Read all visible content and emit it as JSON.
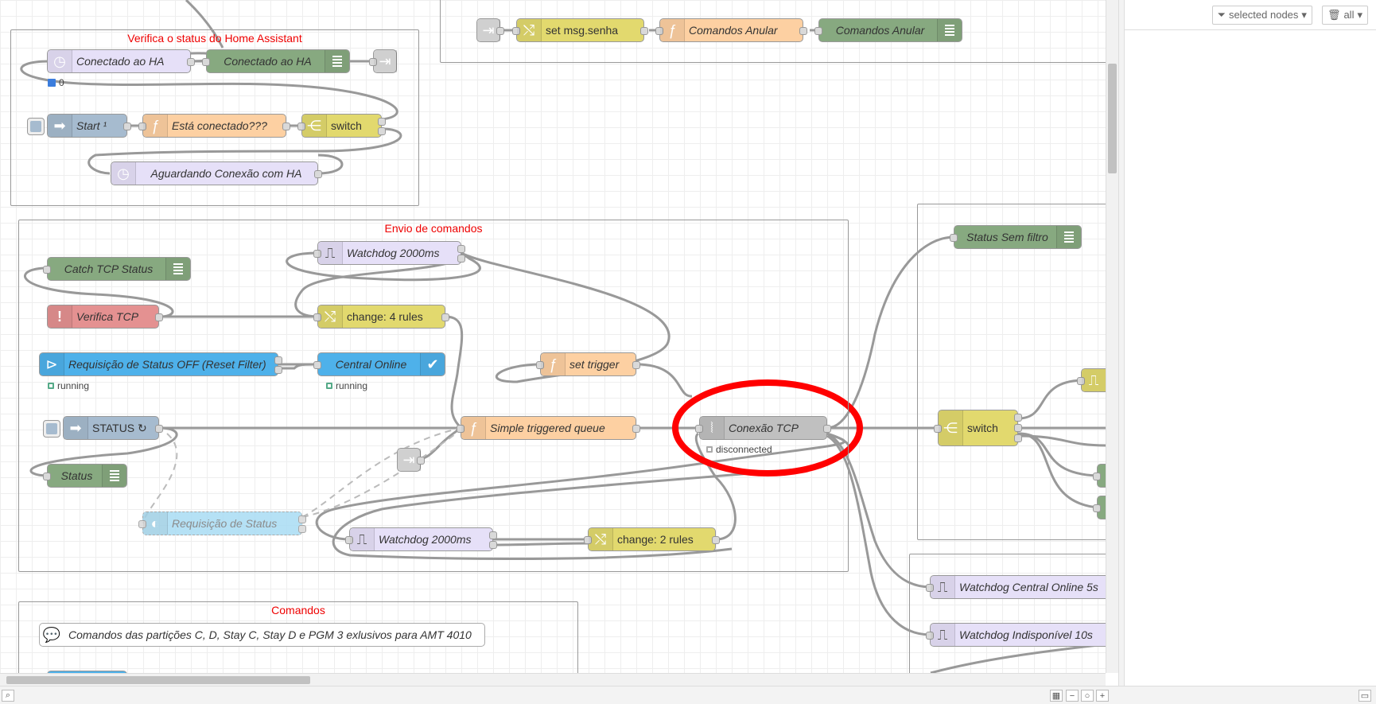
{
  "colors": {
    "debug": "#87a980",
    "function": "#fdd0a2",
    "change": "#e2d96e",
    "switch": "#e2d96e",
    "ha": "#c0deed",
    "inject": "#a6bbcf",
    "trigger": "#e6e0f8",
    "catch": "#e49191",
    "tcp": "#c0c0c0",
    "link": "#dddddd",
    "comment": "#ffffff",
    "highlight": "#ff0000"
  },
  "groups": {
    "ha_status": "Verifica o status do Home Assistant",
    "envio": "Envio de comandos",
    "comandos": "Comandos"
  },
  "nodes": {
    "set_senha": "set msg.senha",
    "cmd_anular_fn": "Comandos Anular",
    "cmd_anular_dbg": "Comandos Anular",
    "conectado_trig": "Conectado ao HA",
    "conectado_dbg": "Conectado ao HA",
    "start": "Start ¹",
    "esta_conectado": "Está conectado???",
    "switch1": "switch",
    "aguardando": "Aguardando Conexão com HA",
    "catch_tcp": "Catch TCP Status",
    "watchdog1": "Watchdog 2000ms",
    "verifica_tcp": "Verifica TCP",
    "change4": "change: 4 rules",
    "req_status_off": "Requisição de Status OFF (Reset Filter)",
    "central_online": "Central Online",
    "set_trigger": "set trigger",
    "status_inject": "STATUS ↻",
    "simple_queue": "Simple triggered queue",
    "conexao_tcp": "Conexão TCP",
    "status_dbg": "Status",
    "req_status": "Requisição de Status",
    "watchdog2": "Watchdog 2000ms",
    "change2": "change: 2 rules",
    "status_sem_filtro": "Status Sem filtro",
    "switch2": "switch",
    "wd_central": "Watchdog Central Online 5s",
    "wd_indisp": "Watchdog Indisponível 10s",
    "comment": "Comandos das partições C, D, Stay C, Stay D e PGM 3 exlusivos para AMT 4010"
  },
  "statuses": {
    "conectado_count": "0",
    "req_off": "running",
    "central": "running",
    "tcp": "disconnected"
  },
  "sidebar": {
    "filter_label": "selected nodes",
    "clear_label": "all"
  }
}
